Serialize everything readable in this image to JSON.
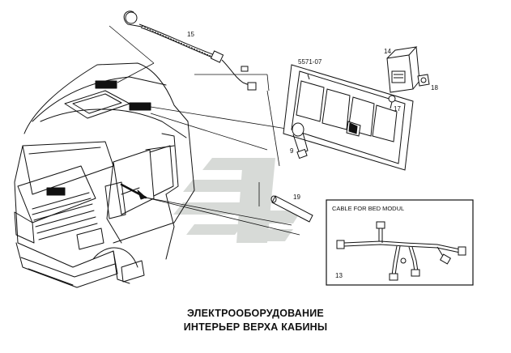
{
  "callouts": {
    "c15": "15",
    "c5571": "5571-07",
    "c14": "14",
    "c18": "18",
    "c17": "17",
    "c9": "9",
    "c19": "19",
    "c13": "13"
  },
  "inset": {
    "title": "CABLE FOR BED MODUL"
  },
  "caption": {
    "line1": "ЭЛЕКТРООБОРУДОВАНИЕ",
    "line2": "ИНТЕРЬЕР ВЕРХА КАБИНЫ"
  },
  "colors": {
    "ink": "#111111",
    "watermark": "#cfd3cf",
    "background": "#ffffff"
  }
}
